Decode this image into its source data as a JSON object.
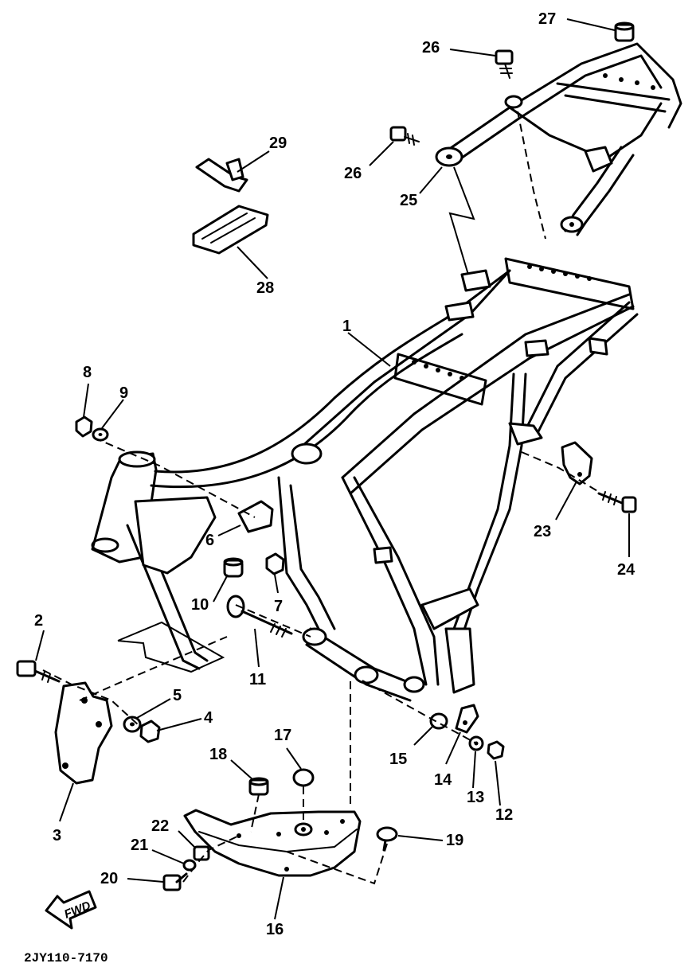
{
  "diagram_code": "2JY110-7170",
  "fwd_label": "FWD",
  "callouts": [
    {
      "id": "c1",
      "label": "1"
    },
    {
      "id": "c2",
      "label": "2"
    },
    {
      "id": "c3",
      "label": "3"
    },
    {
      "id": "c4",
      "label": "4"
    },
    {
      "id": "c5",
      "label": "5"
    },
    {
      "id": "c6",
      "label": "6"
    },
    {
      "id": "c7",
      "label": "7"
    },
    {
      "id": "c8",
      "label": "8"
    },
    {
      "id": "c9",
      "label": "9"
    },
    {
      "id": "c10",
      "label": "10"
    },
    {
      "id": "c11",
      "label": "11"
    },
    {
      "id": "c12",
      "label": "12"
    },
    {
      "id": "c13",
      "label": "13"
    },
    {
      "id": "c14",
      "label": "14"
    },
    {
      "id": "c15",
      "label": "15"
    },
    {
      "id": "c16",
      "label": "16"
    },
    {
      "id": "c17",
      "label": "17"
    },
    {
      "id": "c18",
      "label": "18"
    },
    {
      "id": "c19",
      "label": "19"
    },
    {
      "id": "c20",
      "label": "20"
    },
    {
      "id": "c21",
      "label": "21"
    },
    {
      "id": "c22",
      "label": "22"
    },
    {
      "id": "c23",
      "label": "23"
    },
    {
      "id": "c24",
      "label": "24"
    },
    {
      "id": "c25",
      "label": "25"
    },
    {
      "id": "c26a",
      "label": "26"
    },
    {
      "id": "c26b",
      "label": "26"
    },
    {
      "id": "c27",
      "label": "27"
    },
    {
      "id": "c28",
      "label": "28"
    },
    {
      "id": "c29",
      "label": "29"
    }
  ]
}
